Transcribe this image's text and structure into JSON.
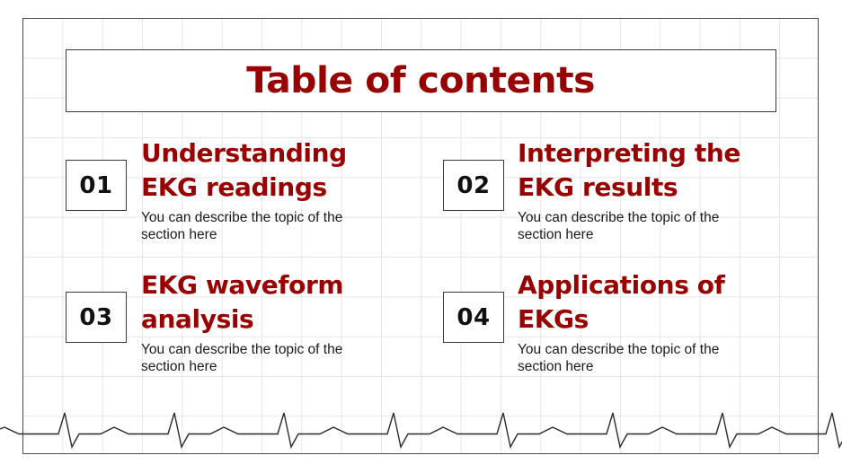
{
  "slide": {
    "title": "Table of contents",
    "colors": {
      "accent": "#990000",
      "text": "#1a1a1a",
      "border": "#3a3a3a",
      "grid": "#e3e6ea",
      "background": "#ffffff"
    },
    "items": [
      {
        "number": "01",
        "heading_line1": "Understanding",
        "heading_line2": "EKG readings",
        "description": "You can describe the topic of the section here"
      },
      {
        "number": "02",
        "heading_line1": "Interpreting the",
        "heading_line2": "EKG results",
        "description": "You can describe the topic of the section here"
      },
      {
        "number": "03",
        "heading_line1": "EKG waveform",
        "heading_line2": "analysis",
        "description": "You can describe the topic of the section here"
      },
      {
        "number": "04",
        "heading_line1": "Applications of",
        "heading_line2": "EKGs",
        "description": "You can describe the topic of the section here"
      }
    ],
    "decoration": {
      "ekg_line": "heartbeat-waveform"
    }
  }
}
